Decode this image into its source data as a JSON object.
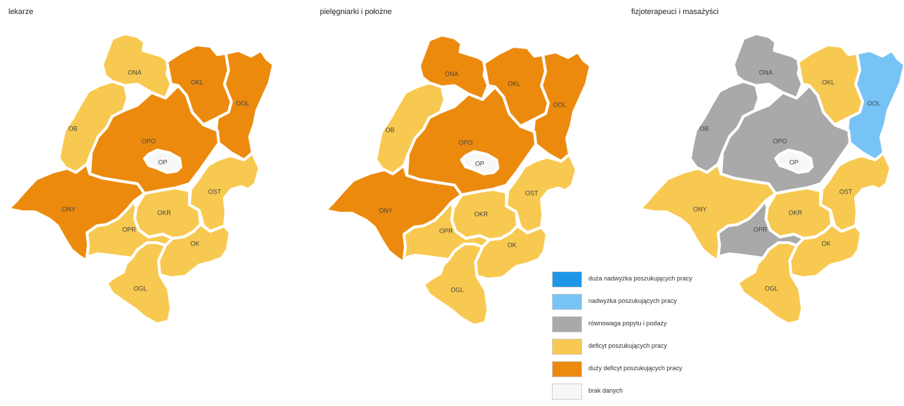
{
  "maps": [
    {
      "title": "lekarze",
      "fills": {
        "ONA": "deficit",
        "OKL": "big_deficit",
        "OOL": "big_deficit",
        "OB": "deficit",
        "OPO": "big_deficit",
        "OP": "no_data",
        "ONY": "big_deficit",
        "OST": "deficit",
        "OKR": "deficit",
        "OPR": "deficit",
        "OK": "deficit",
        "OGL": "deficit"
      }
    },
    {
      "title": "pielęgniarki i położne",
      "fills": {
        "ONA": "big_deficit",
        "OKL": "big_deficit",
        "OOL": "big_deficit",
        "OB": "deficit",
        "OPO": "big_deficit",
        "OP": "no_data",
        "ONY": "big_deficit",
        "OST": "deficit",
        "OKR": "deficit",
        "OPR": "deficit",
        "OK": "deficit",
        "OGL": "deficit"
      }
    },
    {
      "title": "fizjoterapeuci i masażyści",
      "fills": {
        "ONA": "balance",
        "OKL": "deficit",
        "OOL": "surplus",
        "OB": "balance",
        "OPO": "balance",
        "OP": "no_data",
        "ONY": "deficit",
        "OST": "deficit",
        "OKR": "deficit",
        "OPR": "balance",
        "OK": "deficit",
        "OGL": "deficit"
      }
    }
  ],
  "region_labels": [
    "ONA",
    "OKL",
    "OOL",
    "OB",
    "OPO",
    "OP",
    "ONY",
    "OST",
    "OKR",
    "OPR",
    "OK",
    "OGL"
  ],
  "legend": [
    {
      "key": "big_surplus",
      "label": "duża nadwyżka poszukujących pracy",
      "color": "#1f97e8"
    },
    {
      "key": "surplus",
      "label": "nadwyżka poszukujących pracy",
      "color": "#78c3f5"
    },
    {
      "key": "balance",
      "label": "równowaga popytu i podaży",
      "color": "#a9a9a9"
    },
    {
      "key": "deficit",
      "label": "deficyt poszukujących pracy",
      "color": "#f8c950"
    },
    {
      "key": "big_deficit",
      "label": "duży deficyt poszukujących pracy",
      "color": "#ec8a0e"
    },
    {
      "key": "no_data",
      "label": "brak danych",
      "color": "#f7f7f7"
    }
  ]
}
